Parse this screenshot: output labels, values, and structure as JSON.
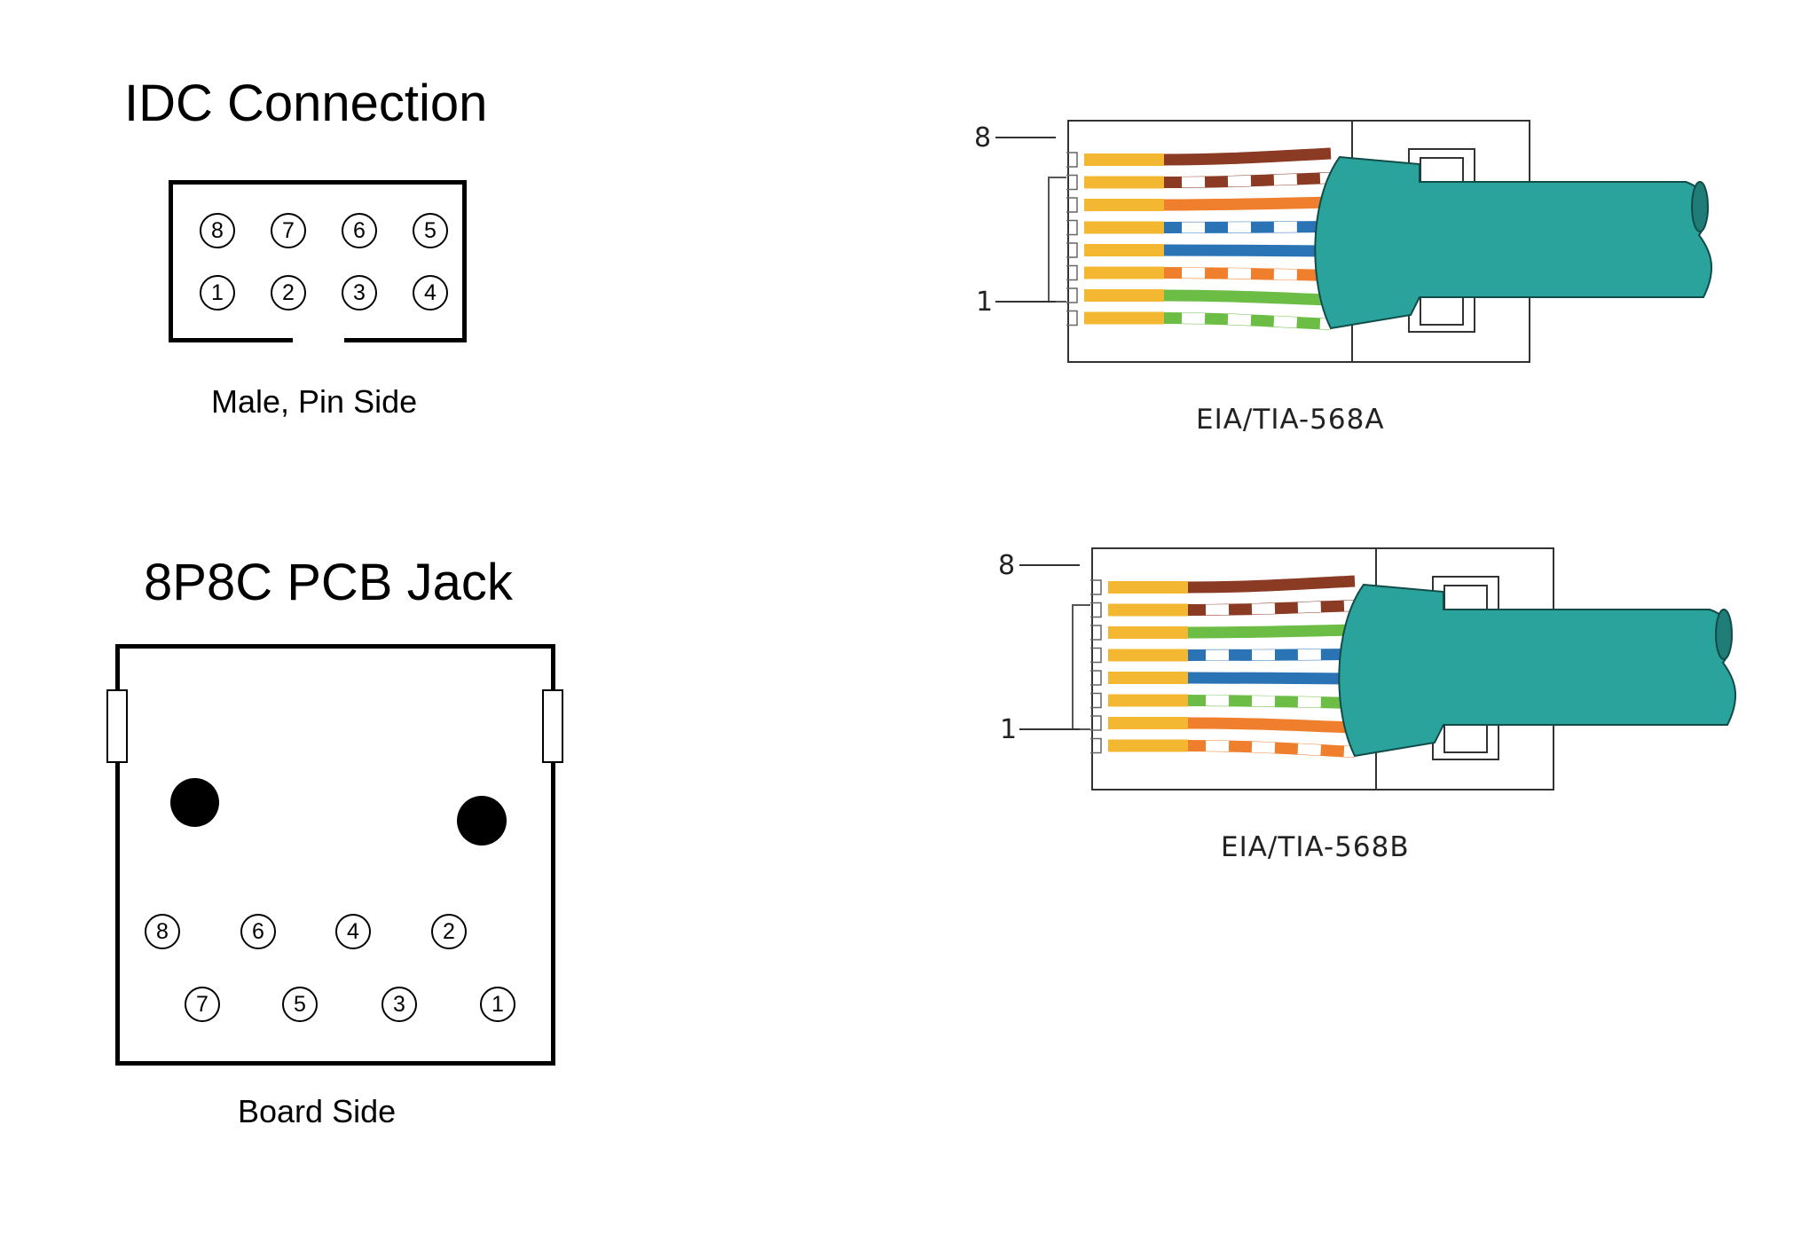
{
  "idc": {
    "title": "IDC Connection",
    "caption": "Male, Pin Side",
    "top_row": [
      "8",
      "7",
      "6",
      "5"
    ],
    "bottom_row": [
      "1",
      "2",
      "3",
      "4"
    ]
  },
  "jack": {
    "title": "8P8C PCB Jack",
    "caption": "Board Side",
    "top_row": [
      "8",
      "6",
      "4",
      "2"
    ],
    "bottom_row": [
      "7",
      "5",
      "3",
      "1"
    ]
  },
  "plug_a": {
    "caption": "EIA/TIA-568A",
    "pin_top": "8",
    "pin_bottom": "1",
    "wires_top_to_bottom": [
      "brown",
      "white-brown",
      "orange",
      "white-blue",
      "blue",
      "white-orange",
      "green",
      "white-green"
    ]
  },
  "plug_b": {
    "caption": "EIA/TIA-568B",
    "pin_top": "8",
    "pin_bottom": "1",
    "wires_top_to_bottom": [
      "brown",
      "white-brown",
      "green",
      "white-blue",
      "blue",
      "white-green",
      "orange",
      "white-orange"
    ]
  },
  "colors": {
    "cable": "#2aa39d",
    "cable_dark": "#1f7c77",
    "contact": "#f4b731",
    "brown": "#8b3a24",
    "orange": "#f07f2d",
    "blue": "#2a73b5",
    "green": "#6cbd45"
  }
}
